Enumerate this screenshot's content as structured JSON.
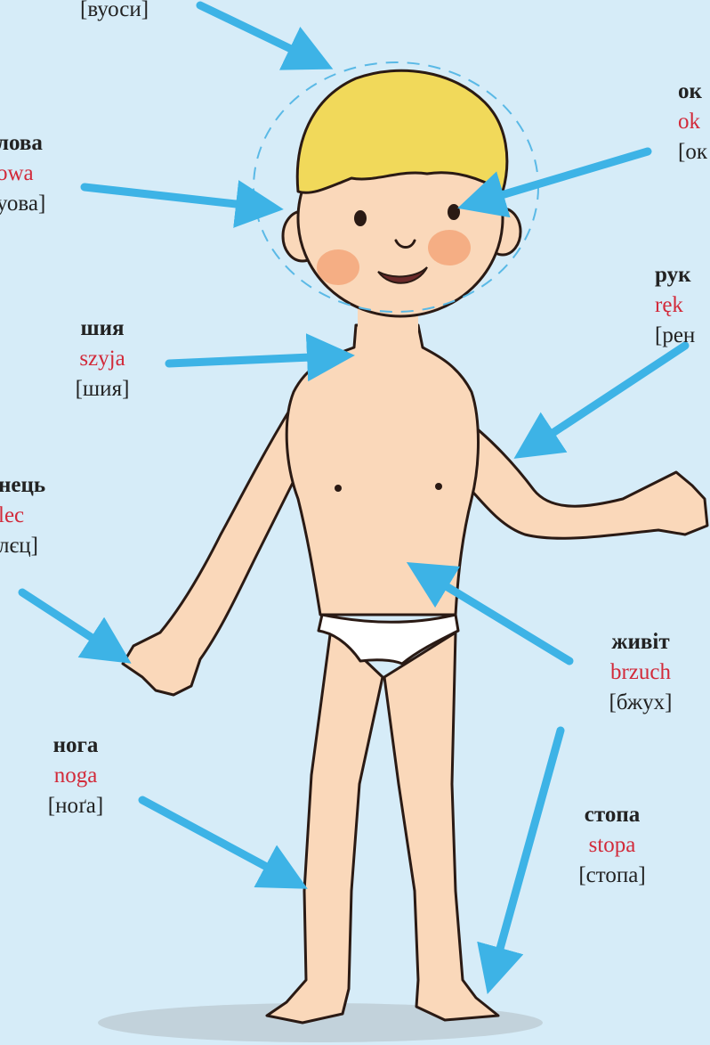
{
  "colors": {
    "background": "#d6ecf8",
    "arrow": "#3db3e6",
    "polish_word": "#d22a3a",
    "skin": "#fad8ba",
    "hair": "#f1d95a"
  },
  "labels": {
    "hair": {
      "ukrainian": "",
      "polish": "",
      "transcription": "[вуоси]"
    },
    "head": {
      "ukrainian": "лова",
      "polish": "owa",
      "transcription": "уова]"
    },
    "eye": {
      "ukrainian": "ок",
      "polish": "ok",
      "transcription": "[ок"
    },
    "hand": {
      "ukrainian": "рук",
      "polish": "ręk",
      "transcription": "[рен"
    },
    "neck": {
      "ukrainian": "шия",
      "polish": "szyja",
      "transcription": "[шия]"
    },
    "finger": {
      "ukrainian": "нець",
      "polish": "lec",
      "transcription": "лєц]"
    },
    "belly": {
      "ukrainian": "живіт",
      "polish": "brzuch",
      "transcription": "[бжух]"
    },
    "leg": {
      "ukrainian": "нога",
      "polish": "noga",
      "transcription": "[ноґа]"
    },
    "foot": {
      "ukrainian": "стопа",
      "polish": "stopa",
      "transcription": "[стопа]"
    }
  },
  "icons": {
    "illustration": "boy-body-illustration",
    "arrow": "pointer-arrow-icon"
  }
}
